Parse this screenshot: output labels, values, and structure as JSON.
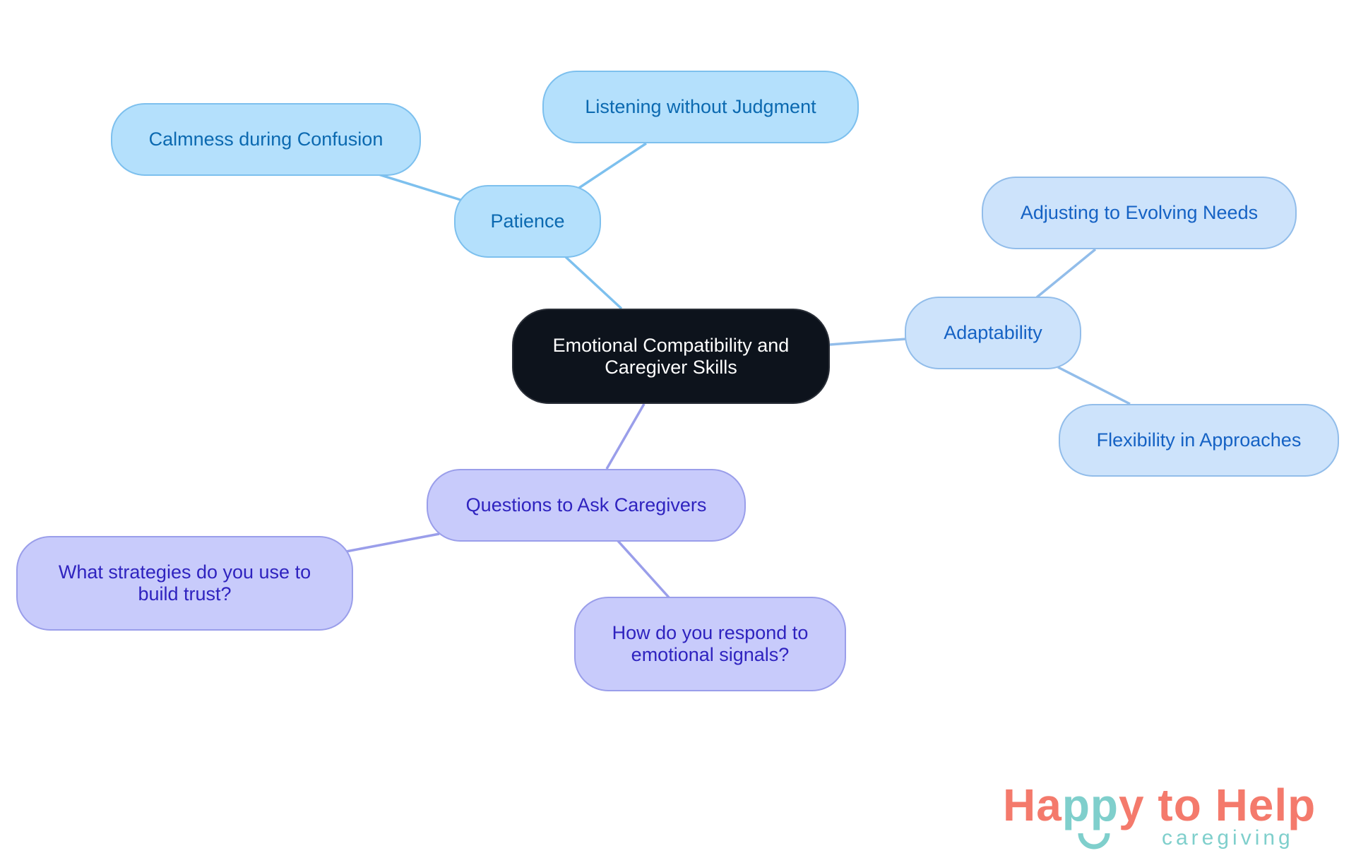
{
  "diagram": {
    "type": "mind-map",
    "center": {
      "label": "Emotional Compatibility and Caregiver Skills"
    },
    "branches": [
      {
        "label": "Patience",
        "color": "#b4e0fc",
        "children": [
          {
            "label": "Calmness during Confusion"
          },
          {
            "label": "Listening without Judgment"
          }
        ]
      },
      {
        "label": "Adaptability",
        "color": "#cde3fb",
        "children": [
          {
            "label": "Adjusting to Evolving Needs"
          },
          {
            "label": "Flexibility in Approaches"
          }
        ]
      },
      {
        "label": "Questions to Ask Caregivers",
        "color": "#c8cbfb",
        "children": [
          {
            "label": "What strategies do you use to build trust?"
          },
          {
            "label": "How do you respond to emotional signals?"
          }
        ]
      }
    ]
  },
  "logo": {
    "part1": "Ha",
    "part2": "pp",
    "part3": "y to Help",
    "subtitle": "caregiving",
    "colors": {
      "coral": "#f47a6c",
      "teal": "#7fcfcc"
    }
  }
}
